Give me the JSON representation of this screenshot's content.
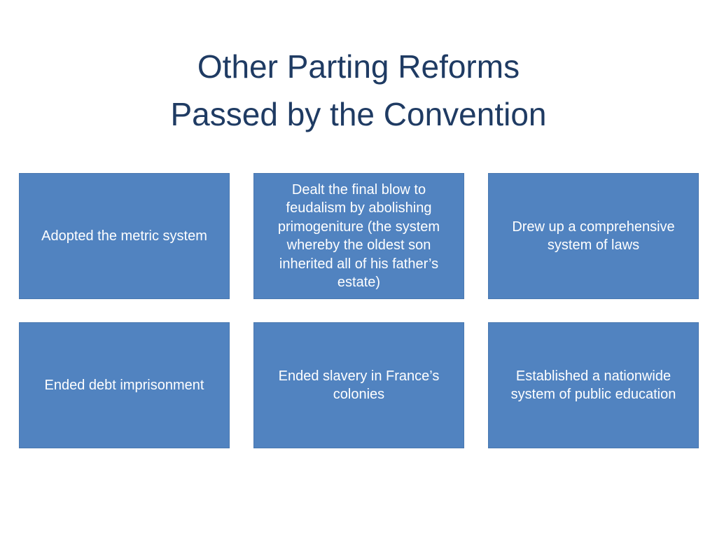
{
  "title": {
    "line1": "Other Parting Reforms",
    "line2": "Passed by the Convention"
  },
  "reforms": [
    {
      "text": "Adopted the metric system"
    },
    {
      "text": "Dealt the final blow to feudalism by abolishing primogeniture (the system whereby the oldest son inherited all of his father’s estate)"
    },
    {
      "text": "Drew up a comprehensive system of laws"
    },
    {
      "text": "Ended debt imprisonment"
    },
    {
      "text": "Ended slavery in France’s colonies"
    },
    {
      "text": "Established a nationwide system of public education"
    }
  ],
  "colors": {
    "title": "#1f3b63",
    "box_fill": "#5183c0",
    "box_text": "#ffffff"
  }
}
